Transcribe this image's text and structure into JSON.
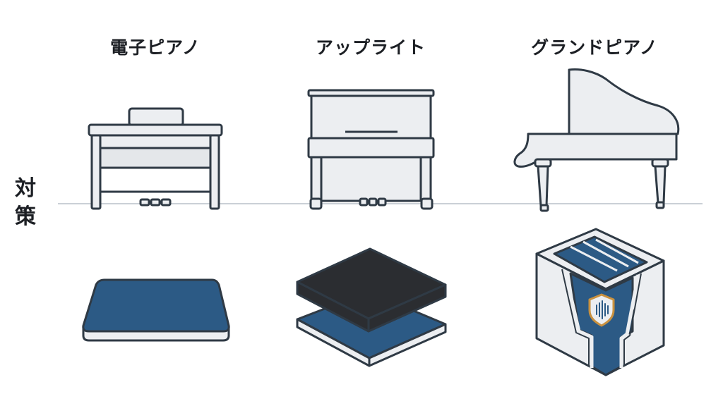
{
  "columns": [
    {
      "title": "電子ピアノ",
      "instrument": "digital-piano-icon",
      "countermeasure": "blue-mat-icon"
    },
    {
      "title": "アップライト",
      "instrument": "upright-piano-icon",
      "countermeasure": "layered-insulation-board-icon"
    },
    {
      "title": "グランドピアノ",
      "instrument": "grand-piano-icon",
      "countermeasure": "soundproof-box-icon"
    }
  ],
  "side_label": {
    "char1": "対",
    "char2": "策"
  },
  "colors": {
    "outline": "#2f3a45",
    "fill": "#eceef1",
    "blue": "#2c5a85",
    "black": "#2b2d31",
    "gold": "#c9913f",
    "divider": "#b8c0c8"
  }
}
